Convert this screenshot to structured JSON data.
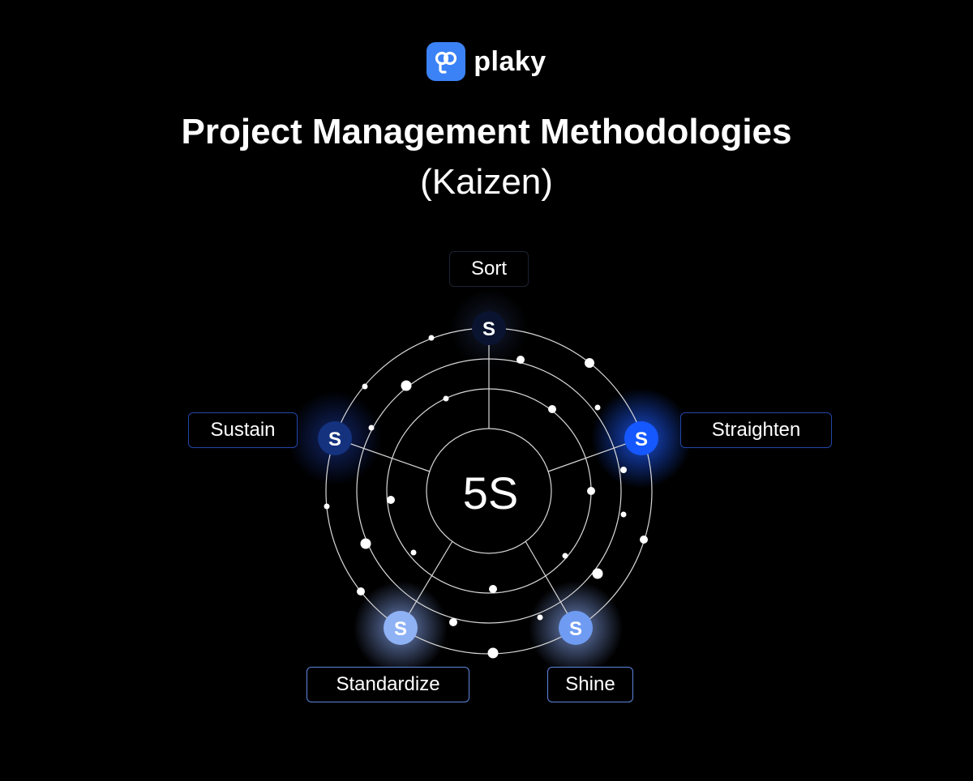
{
  "brand": {
    "name": "plaky",
    "logo_icon": "plaky-logo-icon",
    "accent": "#3b82f6"
  },
  "title": "Project Management Methodologies",
  "subtitle": "(Kaizen)",
  "diagram": {
    "center_label": "5S",
    "node_letter": "S",
    "steps": [
      {
        "label": "Sort",
        "color": "#0a1430"
      },
      {
        "label": "Straighten",
        "color": "#1558ff"
      },
      {
        "label": "Shine",
        "color": "#6f9cf2"
      },
      {
        "label": "Standardize",
        "color": "#8fb2f5"
      },
      {
        "label": "Sustain",
        "color": "#14327e"
      }
    ]
  }
}
